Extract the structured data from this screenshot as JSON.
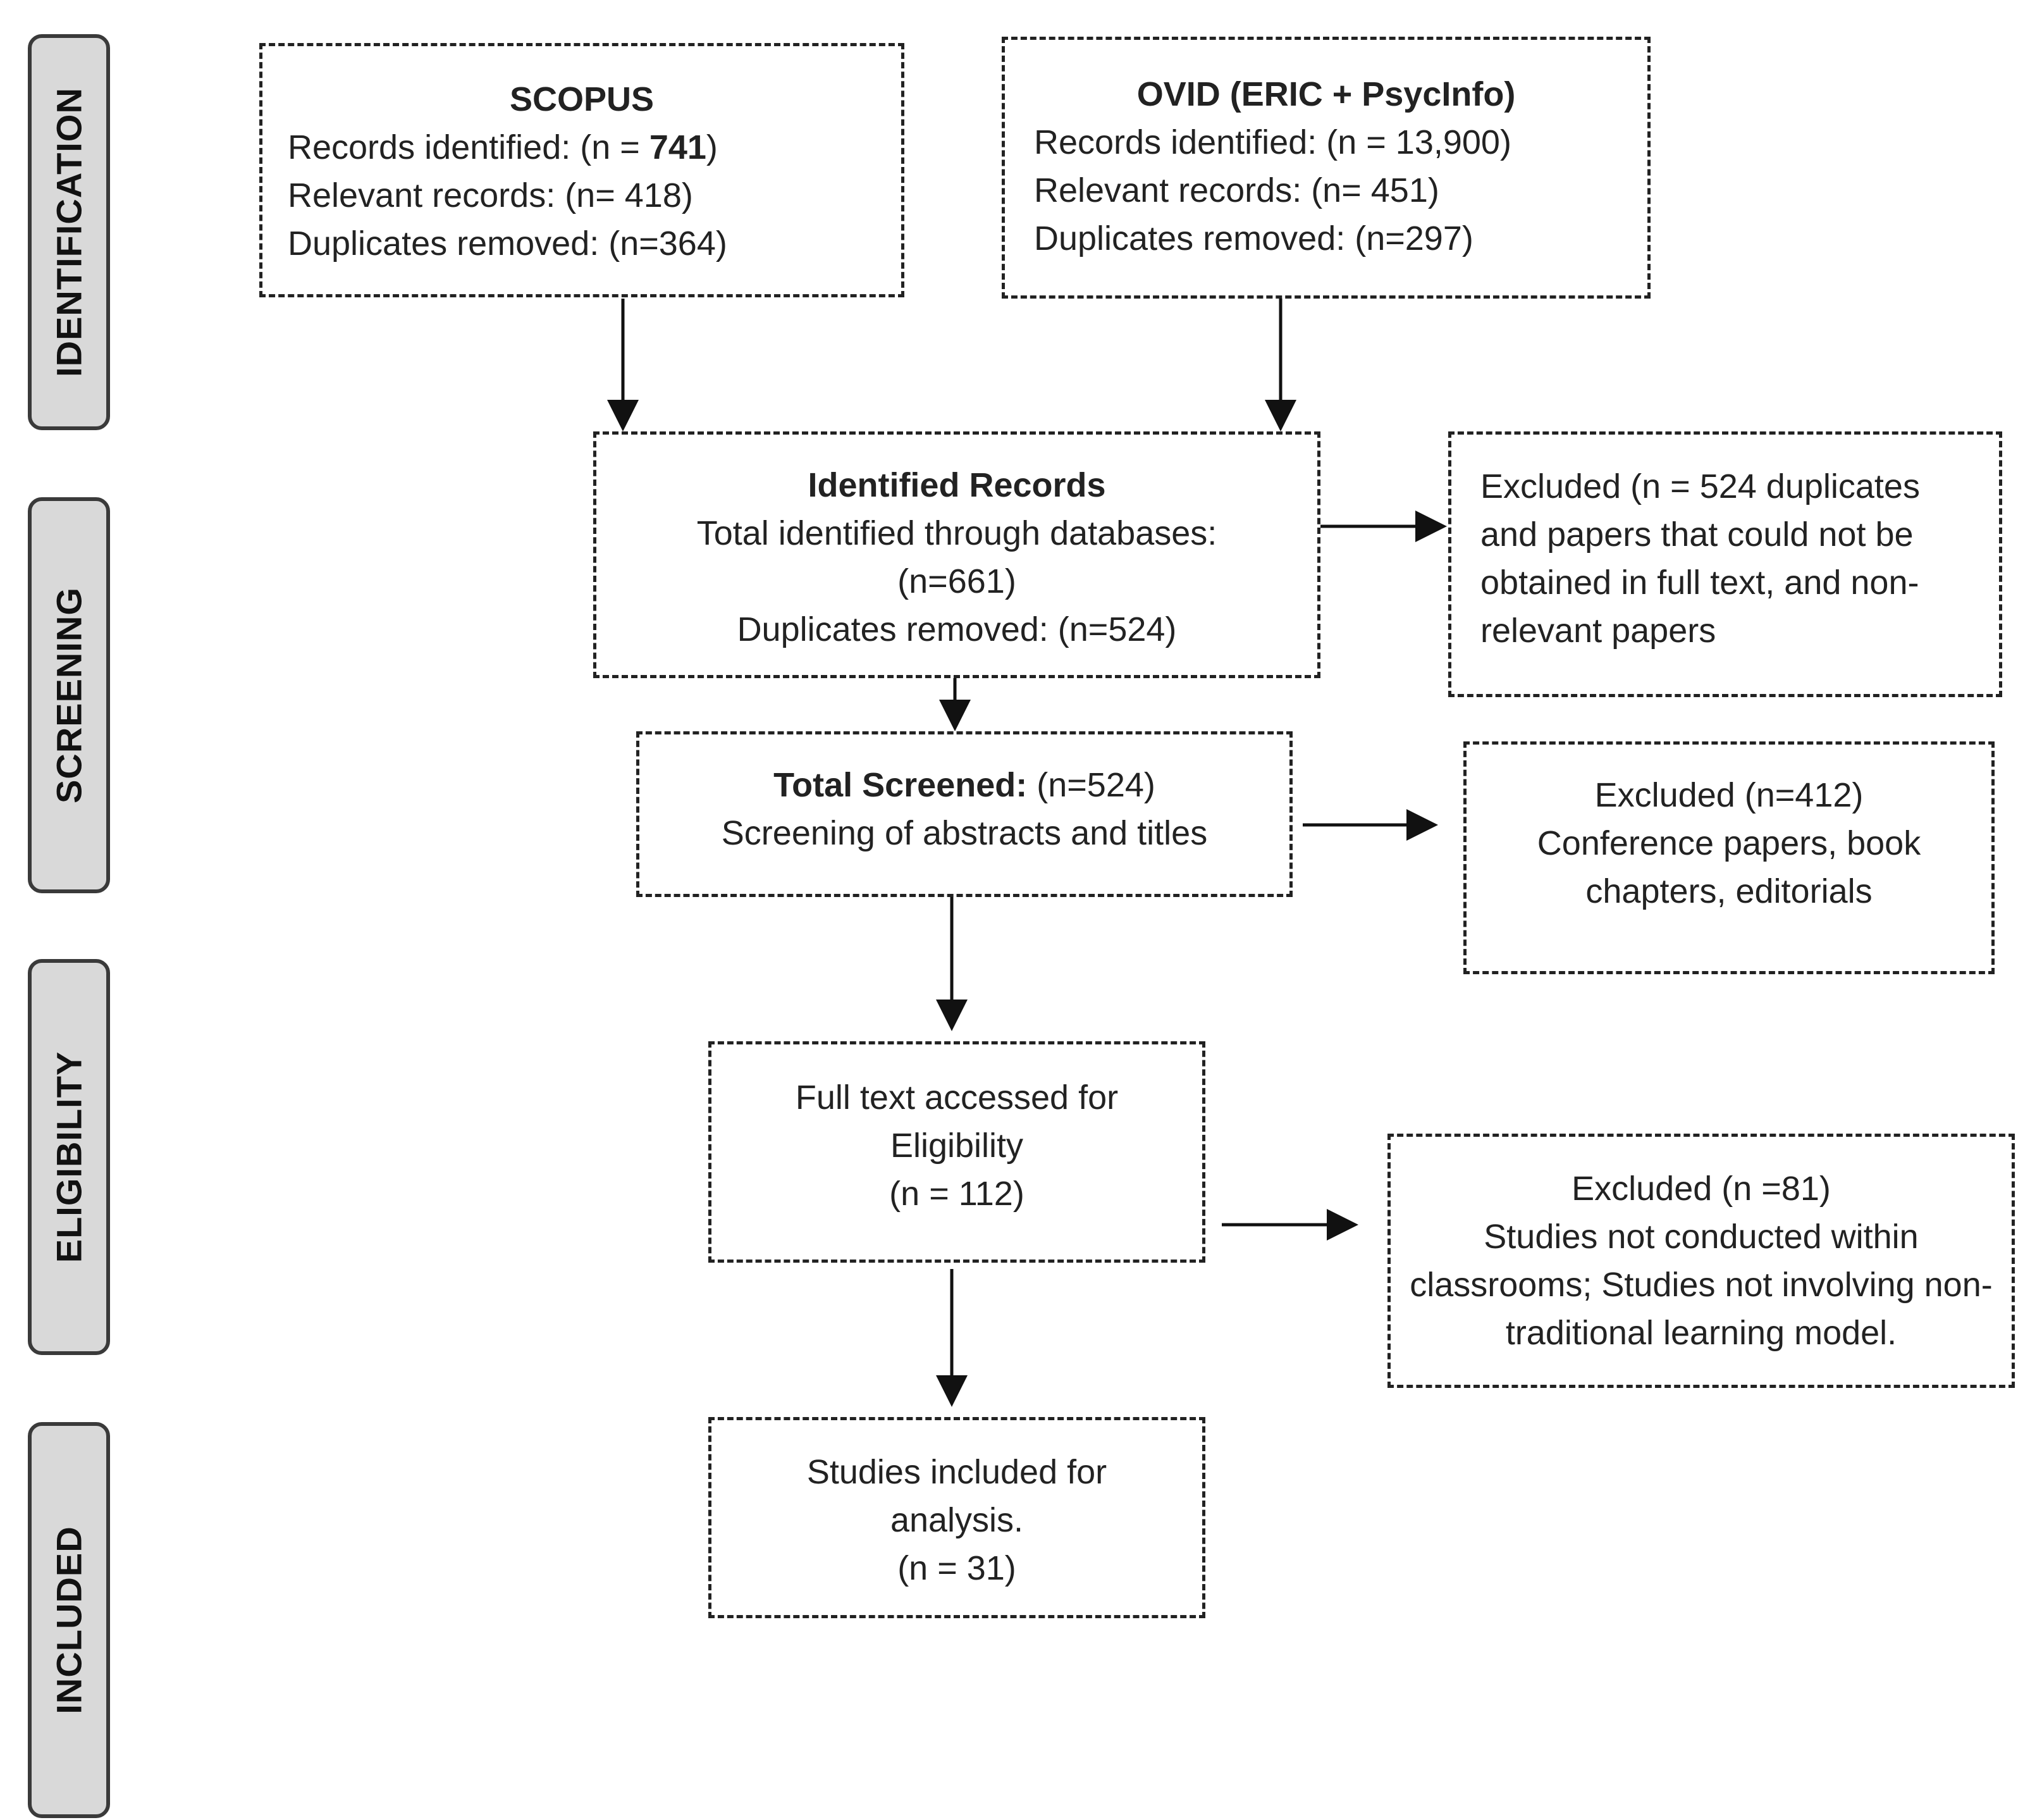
{
  "stages": {
    "identification": "IDENTIFICATION",
    "screening": "SCREENING",
    "eligibility": "ELIGIBILITY",
    "included": "INCLUDED"
  },
  "scopus": {
    "title": "SCOPUS",
    "records_prefix": "Records identified: (n = ",
    "records_value": "741",
    "records_suffix": ")",
    "relevant": "Relevant records: (n= 418)",
    "duplicates": "Duplicates removed: (n=364)"
  },
  "ovid": {
    "title": "OVID (ERIC + PsycInfo)",
    "records": "Records identified: (n = 13,900)",
    "relevant": "Relevant records: (n= 451)",
    "duplicates": "Duplicates removed: (n=297)"
  },
  "identified": {
    "title": "Identified Records",
    "total": "Total identified through databases:",
    "total_n": "(n=661)",
    "duplicates": "Duplicates removed: (n=524)"
  },
  "excluded_1": {
    "text": "Excluded (n = 524 duplicates and papers that could not be obtained in full text, and non-relevant papers"
  },
  "screened": {
    "title": "Total Screened:",
    "title_n": " (n=524)",
    "detail": "Screening of abstracts and titles"
  },
  "excluded_2": {
    "line1": "Excluded (n=412)",
    "line2": "Conference papers, book chapters, editorials"
  },
  "fulltext": {
    "line1": "Full text accessed for Eligibility",
    "line2": "(n = 112)"
  },
  "excluded_3": {
    "line1": "Excluded (n =81)",
    "line2": "Studies not conducted within classrooms; Studies not involving non-traditional learning model."
  },
  "included_box": {
    "line1": "Studies included for analysis.",
    "line2": "(n = 31)"
  }
}
